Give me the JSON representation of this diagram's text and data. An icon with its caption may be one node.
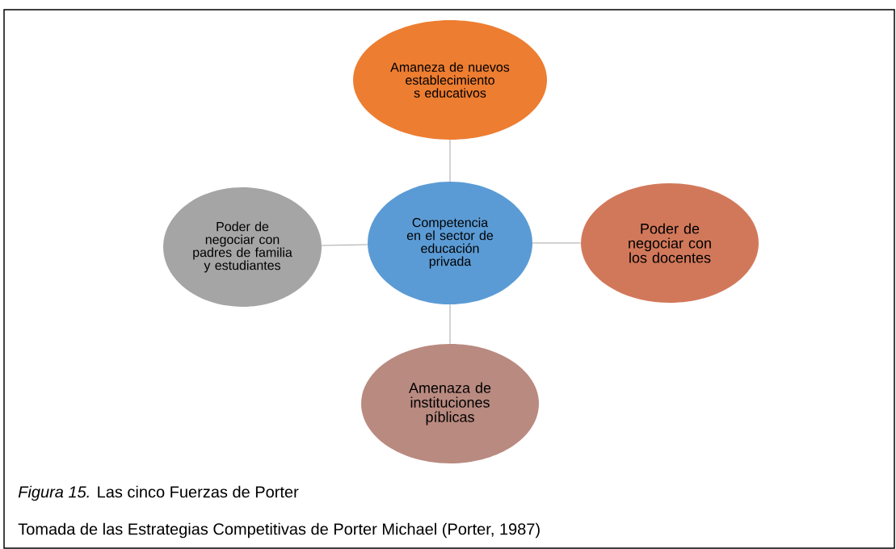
{
  "diagram": {
    "caption": "*Figura 15.* Las cinco Fuerzas de Porter",
    "nodes": [
      {
        "text": [
          "Amaneza de nuevos establecimiento s educativos"
        ]
      },
      {
        "text": [
          "Poder de negociar con padres de familia y estudiantes"
        ]
      },
      {
        "text": [
          "Competencia en el sector de educación privada"
        ]
      },
      {
        "text": [
          "Poder de negociar con los docentes"
        ]
      },
      {
        "text": [
          "Amenaza de instituciones píblicas"
        ]
      }
    ],
    "edges": [
      {
        "from": 2,
        "to": 0,
        "arrow": "none"
      },
      {
        "from": 2,
        "to": 1,
        "arrow": "none"
      },
      {
        "from": 2,
        "to": 3,
        "arrow": "none"
      },
      {
        "from": 2,
        "to": 4,
        "arrow": "none"
      }
    ],
    "labels": [
      "Tomada de las Estrategias Competitivas de Porter Michael (Porter, 1987)"
    ]
  }
}
